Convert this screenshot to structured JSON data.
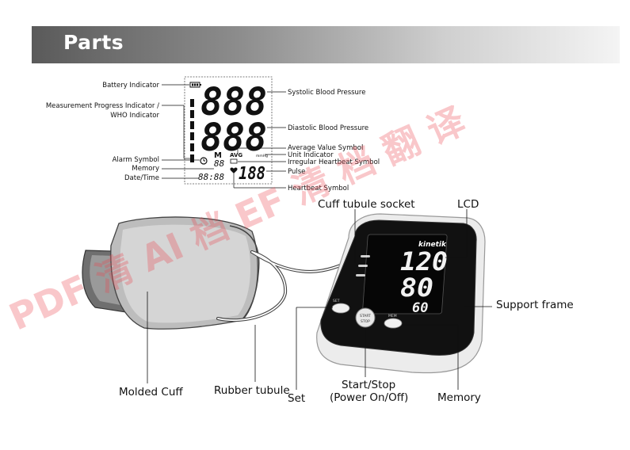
{
  "header": {
    "title": "Parts"
  },
  "lcd_labels": {
    "battery": "Battery Indicator",
    "progress_1": "Measurement Progress Indicator /",
    "progress_2": "WHO Indicator",
    "alarm": "Alarm Symbol",
    "memory": "Memory",
    "datetime": "Date/Time",
    "systolic": "Systolic Blood Pressure",
    "diastolic": "Diastolic Blood Pressure",
    "average": "Average Value Symbol",
    "unit": "Unit Indicator",
    "irregular": "Irregular Heartbeat Symbol",
    "pulse": "Pulse",
    "heartbeat": "Heartbeat Symbol"
  },
  "lcd_display": {
    "sys": "888",
    "dia": "888",
    "pulse": "188",
    "mem": "88",
    "date": "88:88",
    "avg": "AVG",
    "m": "M",
    "unit": "mmHg"
  },
  "device_labels": {
    "cuff_socket": "Cuff tubule socket",
    "lcd": "LCD",
    "support": "Support frame",
    "cuff": "Molded Cuff",
    "tube": "Rubber tubule",
    "set": "Set",
    "start_1": "Start/Stop",
    "start_2": "(Power On/Off)",
    "memory": "Memory"
  },
  "device_display": {
    "brand": "kinetik",
    "sys": "120",
    "dia": "80",
    "pulse": "60",
    "start_btn_1": "START",
    "start_btn_2": "STOP",
    "set_btn": "SET",
    "mem_btn": "MEM"
  },
  "watermark": {
    "text": "PDF 清 AI 档 EF 清 档 翻 译"
  }
}
